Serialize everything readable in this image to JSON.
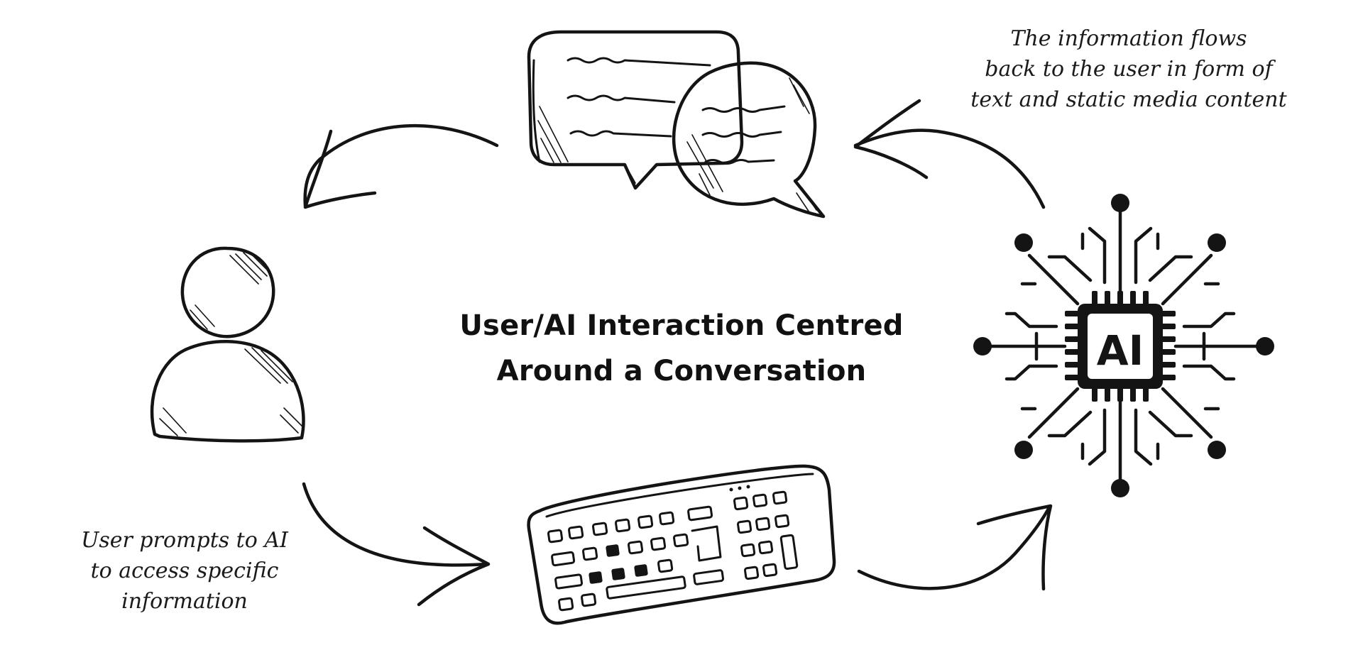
{
  "title": {
    "line1": "User/AI Interaction Centred",
    "line2": "Around a Conversation"
  },
  "notes": {
    "top_right": [
      "The information flows",
      "back to the user in form of",
      "text and static media content"
    ],
    "bottom_left": [
      "User prompts to AI",
      "to access specific",
      "information"
    ]
  },
  "chip": {
    "label": "AI"
  },
  "nodes": [
    {
      "id": "user",
      "icon": "user-icon"
    },
    {
      "id": "keyboard",
      "icon": "keyboard-icon"
    },
    {
      "id": "ai",
      "icon": "ai-chip-icon"
    },
    {
      "id": "conversation",
      "icon": "speech-bubbles-icon"
    }
  ],
  "edges": [
    {
      "from": "user",
      "to": "keyboard"
    },
    {
      "from": "keyboard",
      "to": "ai"
    },
    {
      "from": "ai",
      "to": "conversation"
    },
    {
      "from": "conversation",
      "to": "user"
    }
  ],
  "colors": {
    "ink": "#141414",
    "background": "#ffffff"
  }
}
